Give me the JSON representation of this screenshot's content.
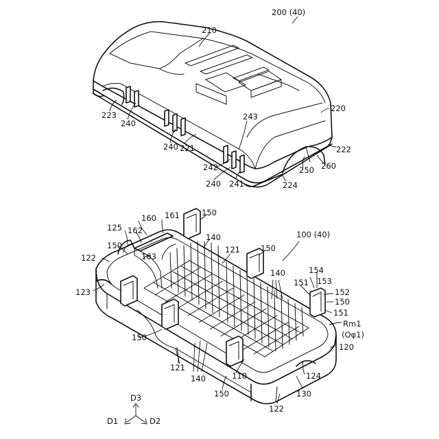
{
  "figure": {
    "cover_assembly_label": "200 (40)",
    "base_assembly_label": "100 (40)",
    "cover_labels": {
      "l210": "210",
      "l220": "220",
      "l221": "221",
      "l222": "222",
      "l223": "223",
      "l224": "224",
      "l240a": "240",
      "l240b": "240",
      "l240c": "240",
      "l241": "241",
      "l242": "242",
      "l243": "243",
      "l250": "250",
      "l260": "260"
    },
    "base_labels": {
      "l110": "110",
      "l120": "120",
      "l121a": "121",
      "l121b": "121",
      "l122a": "122",
      "l122b": "122",
      "l123": "123",
      "l124": "124",
      "l125": "125",
      "l130": "130",
      "l140a": "140",
      "l140b": "140",
      "l140c": "140",
      "l150a": "150",
      "l150b": "150",
      "l150c": "150",
      "l150d": "150",
      "l150e": "150",
      "l150f": "150",
      "l151a": "151",
      "l151b": "151",
      "l152": "152",
      "l153": "153",
      "l154": "154",
      "l160": "160",
      "l161": "161",
      "l162": "162",
      "l163": "163",
      "rm1": "Rm1",
      "op1": "(Oφ1)"
    },
    "axes": {
      "d1": "D1",
      "d2": "D2",
      "d3": "D3"
    }
  }
}
